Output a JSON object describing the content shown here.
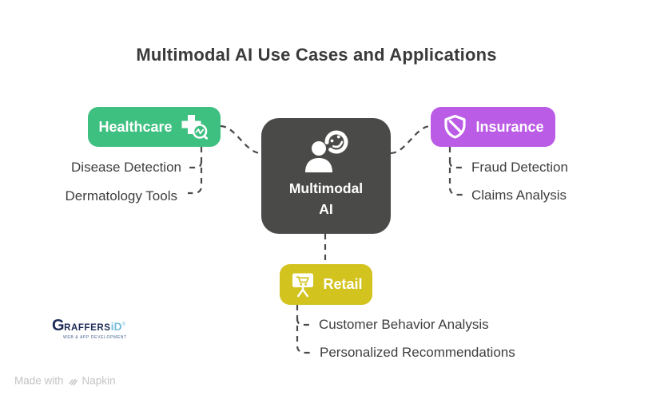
{
  "title": "Multimodal AI Use Cases and Applications",
  "center_node": {
    "label_line1": "Multimodal",
    "label_line2": "AI",
    "icon": "person-face-recognition-icon",
    "color": "#4A4A48"
  },
  "branches": [
    {
      "id": "healthcare",
      "label": "Healthcare",
      "icon": "medical-cross-search-icon",
      "color": "#3EC081",
      "items": [
        "Disease Detection",
        "Dermatology Tools"
      ]
    },
    {
      "id": "insurance",
      "label": "Insurance",
      "icon": "shield-icon",
      "color": "#BB5CE6",
      "items": [
        "Fraud Detection",
        "Claims Analysis"
      ]
    },
    {
      "id": "retail",
      "label": "Retail",
      "icon": "shopping-cart-board-icon",
      "color": "#D2C31F",
      "items": [
        "Customer Behavior Analysis",
        "Personalized Recommendations"
      ]
    }
  ],
  "logo": {
    "g": "G",
    "raffers": "RAFFERS",
    "id": "iD",
    "registered": "®",
    "tagline": "WEB & APP DEVELOPMENT",
    "navy_color": "#1C2B55",
    "blue_color": "#74BEDC"
  },
  "footer": {
    "made_with": "Made with",
    "brand": "Napkin",
    "napkin_icon": "napkin-logo-icon",
    "color": "#C4C4C4"
  },
  "style_tokens": {
    "connector_color": "#4A4A4A",
    "item_text_color": "#3E3E3E",
    "title_color": "#3A3A3A",
    "background": "#FFFFFF"
  }
}
